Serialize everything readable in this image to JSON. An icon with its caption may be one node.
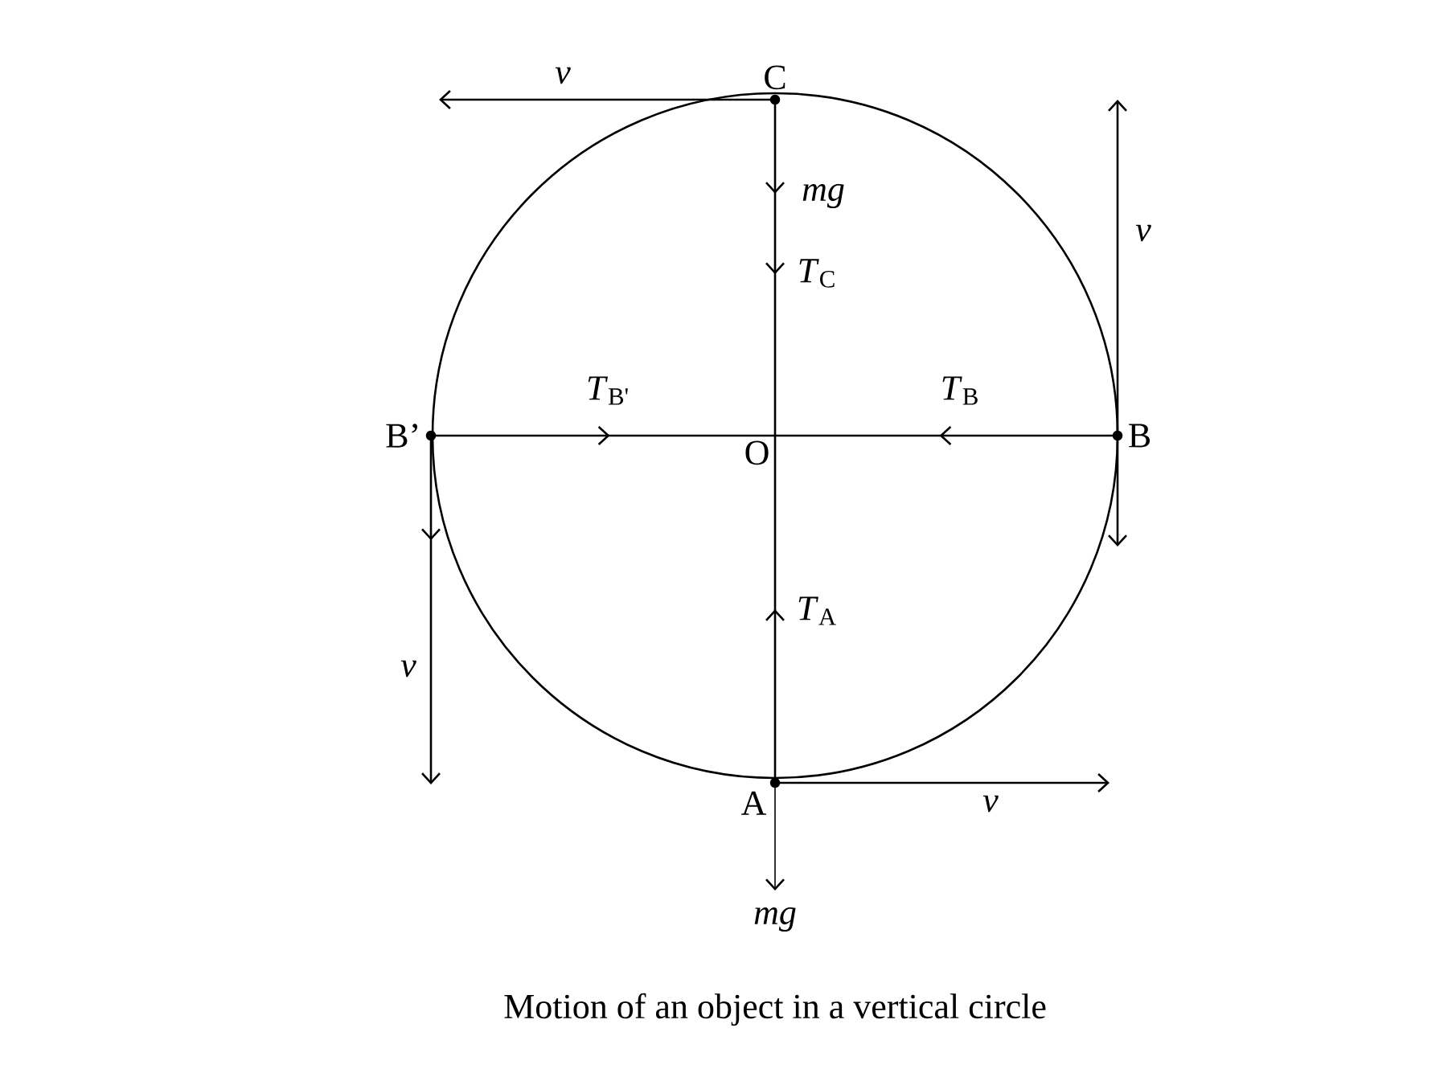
{
  "diagram": {
    "caption": "Motion of an object in a vertical circle",
    "nodes": [
      {
        "text": [
          "C"
        ]
      },
      {
        "text": [
          "B’"
        ]
      },
      {
        "text": [
          "O"
        ]
      },
      {
        "text": [
          "B"
        ]
      },
      {
        "text": [
          "A"
        ]
      }
    ],
    "edges": [
      {
        "from": 0,
        "to": 2,
        "arrow": "to"
      },
      {
        "from": 1,
        "to": 2,
        "arrow": "to"
      },
      {
        "from": 3,
        "to": 2,
        "arrow": "to"
      },
      {
        "from": 4,
        "to": 2,
        "arrow": "to"
      }
    ],
    "labels": [
      "v",
      "mg",
      "*T*$_{C}$",
      "v",
      "*T*$_{B'}$",
      "*T*$_{B}$",
      "v",
      "*T*$_{A}$",
      "v",
      "mg"
    ]
  }
}
